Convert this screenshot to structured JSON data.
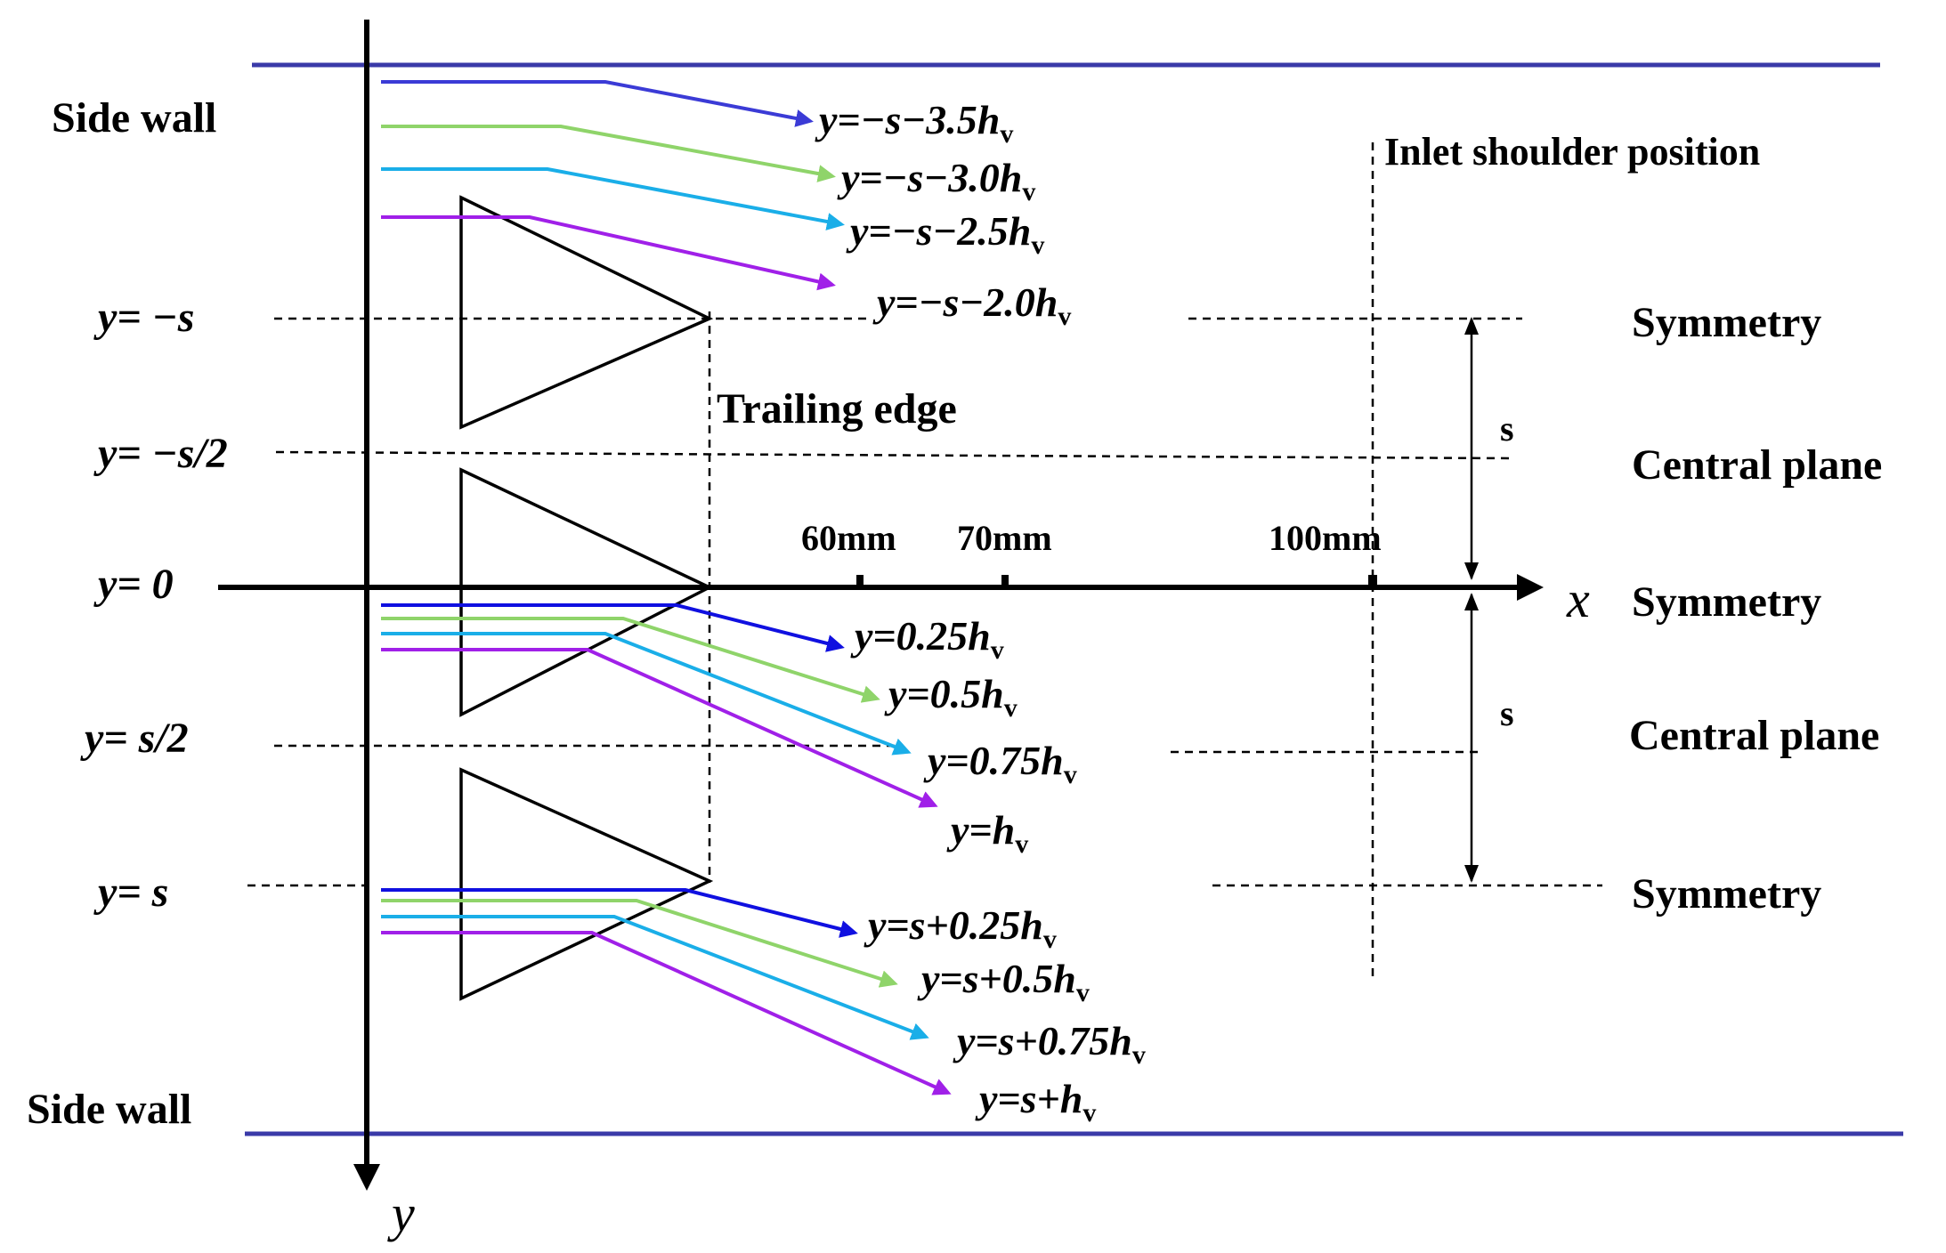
{
  "labels": {
    "side_wall_top": "Side wall",
    "side_wall_bottom": "Side wall",
    "inlet_shoulder": "Inlet shoulder position",
    "trailing_edge": "Trailing edge",
    "symmetry_1": "Symmetry",
    "central_plane_1": "Central plane",
    "symmetry_2": "Symmetry",
    "central_plane_2": "Central plane",
    "symmetry_3": "Symmetry",
    "spacing_upper": "s",
    "spacing_lower": "s",
    "x_axis": "x",
    "y_axis": "y"
  },
  "y_positions": [
    {
      "pre": "y",
      "eq": "= −s"
    },
    {
      "pre": "y",
      "eq": "= −s/2"
    },
    {
      "pre": "y",
      "eq": "= 0"
    },
    {
      "pre": "y",
      "eq": "= s/2"
    },
    {
      "pre": "y",
      "eq": "= s"
    }
  ],
  "x_ticks": [
    "60mm",
    "70mm",
    "100mm"
  ],
  "line_groups": [
    {
      "name": "upper",
      "lines": [
        {
          "color": "#3b3bd6",
          "pre": "y=−s−3.5h",
          "sub": "v"
        },
        {
          "color": "#8fd46a",
          "pre": "y=−s−3.0h",
          "sub": "v"
        },
        {
          "color": "#1aaee8",
          "pre": "y=−s−2.5h",
          "sub": "v"
        },
        {
          "color": "#a020e8",
          "pre": "y=−s−2.0h",
          "sub": "v"
        }
      ]
    },
    {
      "name": "middle",
      "lines": [
        {
          "color": "#1010e0",
          "pre": "y=0.25h",
          "sub": "v"
        },
        {
          "color": "#8fd46a",
          "pre": "y=0.5h",
          "sub": "v"
        },
        {
          "color": "#1aaee8",
          "pre": "y=0.75h",
          "sub": "v"
        },
        {
          "color": "#a020e8",
          "pre": "y=h",
          "sub": "v"
        }
      ]
    },
    {
      "name": "lower",
      "lines": [
        {
          "color": "#1010e0",
          "pre": "y=s+0.25h",
          "sub": "v"
        },
        {
          "color": "#8fd46a",
          "pre": "y=s+0.5h",
          "sub": "v"
        },
        {
          "color": "#1aaee8",
          "pre": "y=s+0.75h",
          "sub": "v"
        },
        {
          "color": "#a020e8",
          "pre": "y=s+h",
          "sub": "v"
        }
      ]
    }
  ],
  "colors": {
    "wall": "#3a3aa8",
    "axis": "#000000"
  }
}
